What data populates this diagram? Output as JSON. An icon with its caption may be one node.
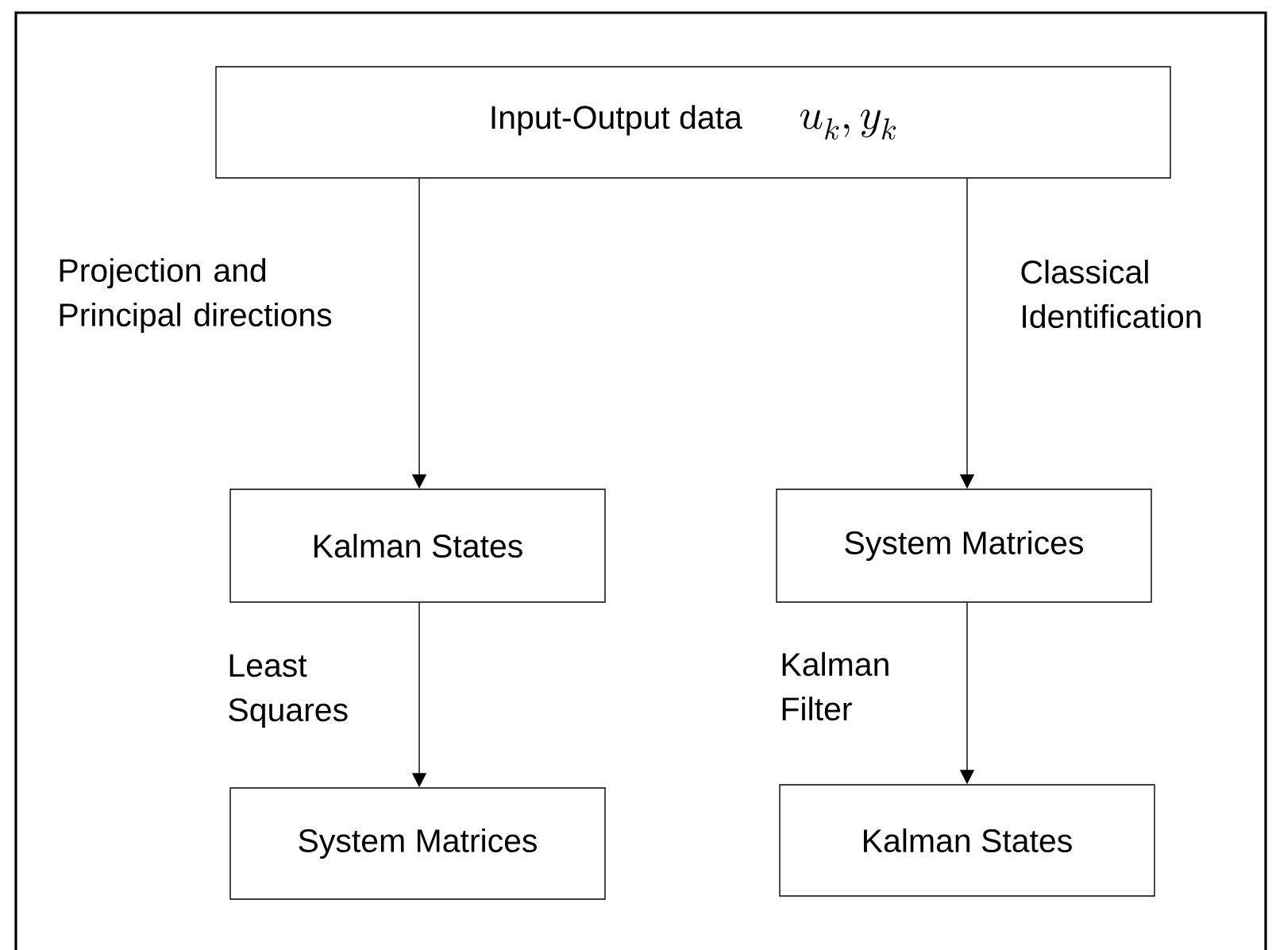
{
  "diagram": {
    "nodes": [
      {
        "text": [
          "Input-Output data",
          "u_{k}, y_{k}"
        ]
      },
      {
        "text": [
          "Kalman States"
        ]
      },
      {
        "text": [
          "System Matrices"
        ]
      },
      {
        "text": [
          "System Matrices"
        ]
      },
      {
        "text": [
          "Kalman States"
        ]
      }
    ],
    "edges": [
      {
        "from": 0,
        "to": 1,
        "arrow": "to",
        "label": "Projection and Principal directions"
      },
      {
        "from": 0,
        "to": 2,
        "arrow": "to",
        "label": "Classical Identification"
      },
      {
        "from": 1,
        "to": 3,
        "arrow": "to",
        "label": "Least Squares"
      },
      {
        "from": 2,
        "to": 4,
        "arrow": "to",
        "label": "Kalman Filter"
      }
    ]
  }
}
